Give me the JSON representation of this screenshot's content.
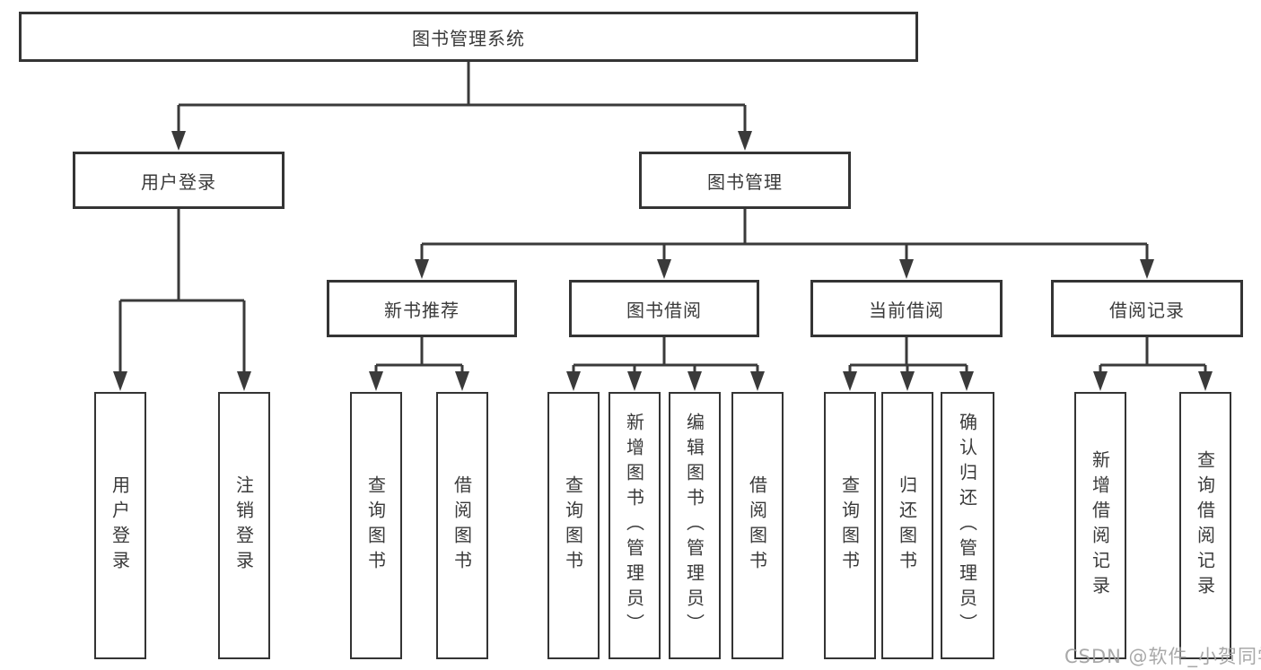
{
  "diagram": {
    "root": {
      "label": "图书管理系统",
      "children": [
        {
          "label": "用户登录",
          "children": [
            {
              "label": "用户登录"
            },
            {
              "label": "注销登录"
            }
          ]
        },
        {
          "label": "图书管理",
          "children": [
            {
              "label": "新书推荐",
              "children": [
                {
                  "label": "查询图书"
                },
                {
                  "label": "借阅图书"
                }
              ]
            },
            {
              "label": "图书借阅",
              "children": [
                {
                  "label": "查询图书"
                },
                {
                  "label": "新增图书（管理员）"
                },
                {
                  "label": "编辑图书（管理员）"
                },
                {
                  "label": "借阅图书"
                }
              ]
            },
            {
              "label": "当前借阅",
              "children": [
                {
                  "label": "查询图书"
                },
                {
                  "label": "归还图书"
                },
                {
                  "label": "确认归还（管理员）"
                }
              ]
            },
            {
              "label": "借阅记录",
              "children": [
                {
                  "label": "新增借阅记录"
                },
                {
                  "label": "查询借阅记录"
                }
              ]
            }
          ]
        }
      ]
    }
  },
  "watermark": {
    "text": "CSDN @软件_小贺同学"
  },
  "colors": {
    "line": "#3a3a3a",
    "box_border": "#343434",
    "text": "#3a3a3a",
    "background": "#ffffff",
    "watermark": "#9e9e9e"
  }
}
